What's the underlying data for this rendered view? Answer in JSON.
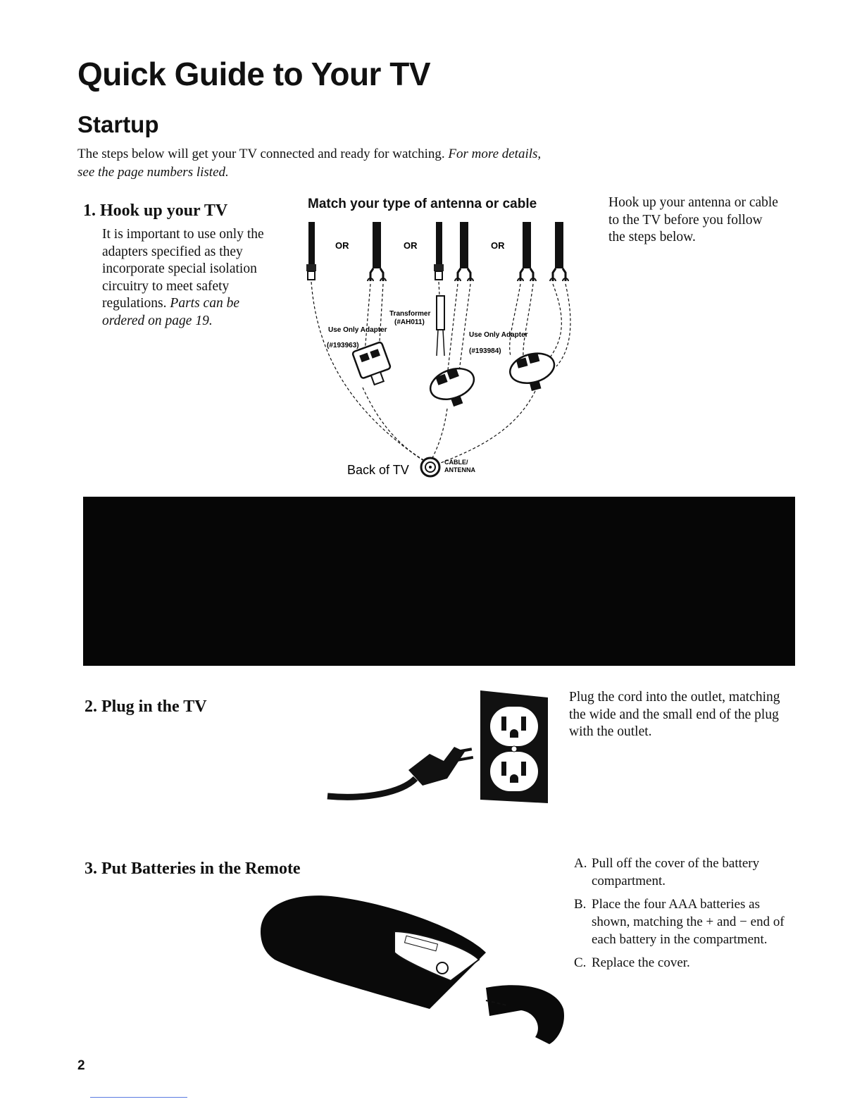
{
  "title": "Quick Guide to Your TV",
  "subtitle": "Startup",
  "intro": {
    "text": "The steps below will get your TV connected and ready for watching.",
    "italic": "For more details, see the page numbers listed."
  },
  "step1": {
    "heading": "1. Hook up your TV",
    "body": "It is important to use only the adapters specified as they incorporate special isolation circuitry to meet safety regulations.",
    "italic": "Parts can be ordered on page 19.",
    "diagram_title": "Match your type of antenna or cable",
    "or_label": "OR",
    "transformer_label": "Transformer",
    "transformer_part": "(#AH011)",
    "adapter_left_label": "Use Only Adapter",
    "adapter_left_part": "(#193963)",
    "adapter_right_label": "Use Only Adapter",
    "adapter_right_part": "(#193984)",
    "back_of_tv": "Back of TV",
    "jack_label_1": "CABLE/",
    "jack_label_2": "ANTENNA",
    "side_note": "Hook up your antenna or cable to the TV before you follow the steps below."
  },
  "step2": {
    "heading": "2. Plug in the TV",
    "note": "Plug the cord into the outlet, matching the wide and the small end of the plug with the outlet."
  },
  "step3": {
    "heading": "3. Put Batteries in the Remote",
    "items": [
      {
        "letter": "A.",
        "text": "Pull off the cover of the battery compartment."
      },
      {
        "letter": "B.",
        "text": "Place the four AAA batteries as shown, matching the + and − end of each battery in the compartment."
      },
      {
        "letter": "C.",
        "text": "Replace the cover."
      }
    ]
  },
  "page_number": "2"
}
